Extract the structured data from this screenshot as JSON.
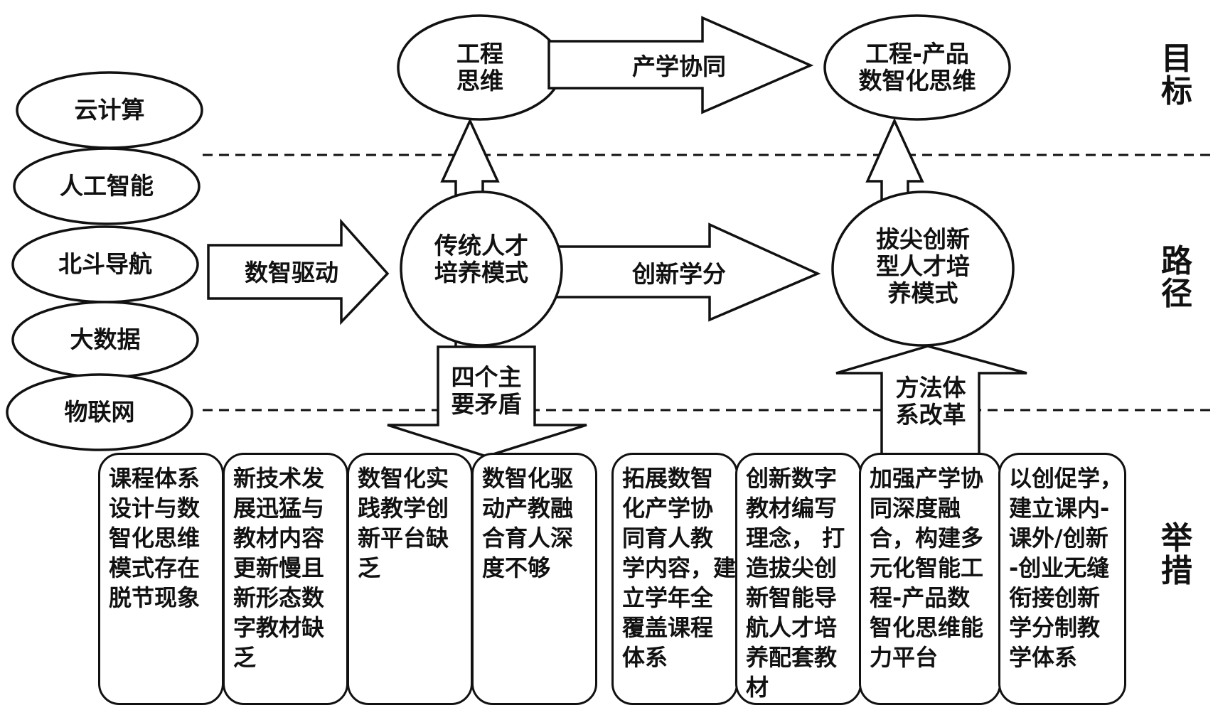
{
  "tech_ovals": [
    "云计算",
    "人工智能",
    "北斗导航",
    "大数据",
    "物联网"
  ],
  "goal_nodes": {
    "engineering_thinking": "工程\n思维",
    "digital_thinking": "工程-产品\n数智化思维"
  },
  "path_nodes": {
    "traditional_mode": "传统人才\n培养模式",
    "topnotch_mode": "拔尖创新\n型人才培\n养模式"
  },
  "arrows": {
    "industry_collab": "产学协同",
    "digital_drive": "数智驱动",
    "innovation_credit": "创新学分",
    "four_contradictions": "四个主\n要矛盾",
    "method_reform": "方法体\n系改革"
  },
  "side_labels": {
    "goal": "目\n标",
    "path": "路\n径",
    "measures": "举\n措"
  },
  "problem_boxes": [
    "课程体系\n设计与数\n智化思维\n模式存在\n脱节现象",
    "新技术发\n展迅猛与\n教材内容\n更新慢且\n新形态数\n字教材缺\n乏",
    "数智化实\n践教学创\n新平台缺\n乏",
    "数智化驱\n动产教融\n合育人深\n度不够"
  ],
  "measure_boxes": [
    "拓展数智\n化产学协\n同育人教\n学内容，建\n立学年全\n覆盖课程\n体系",
    "创新数字\n教材编写\n理念， 打\n造拔尖创\n新智能导\n航人才培\n养配套教\n材",
    "加强产学协\n同深度融\n合，构建多\n元化智能工\n程-产品数\n智化思维能\n力平台",
    "以创促学，\n建立课内-\n课外/创新\n-创业无缝\n衔接创新\n学分制教\n学体系"
  ]
}
